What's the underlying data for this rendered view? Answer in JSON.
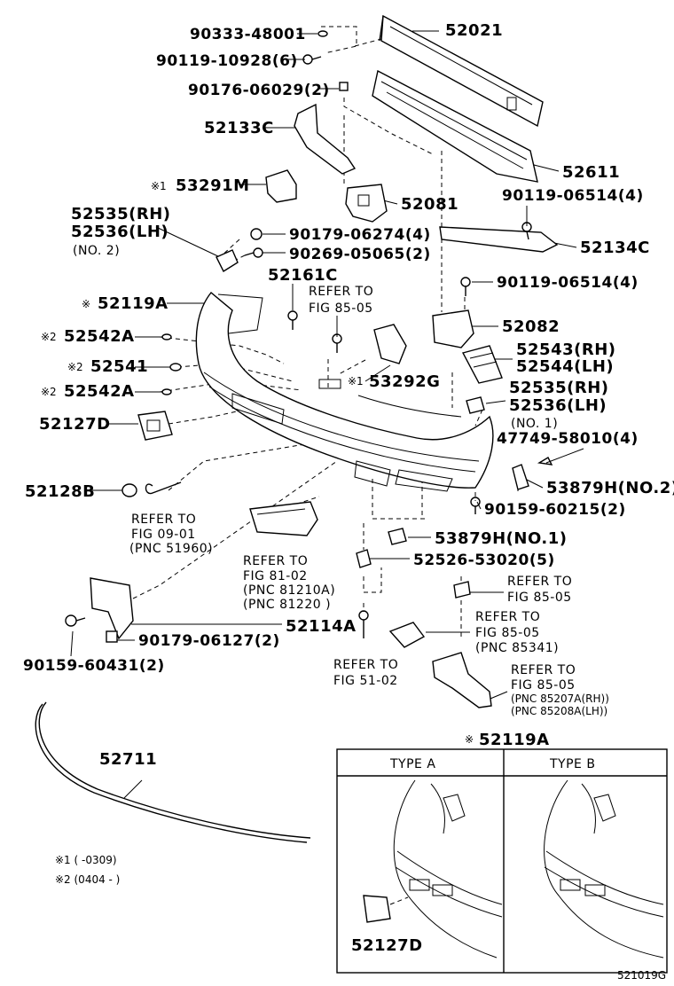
{
  "labels": {
    "p90333": "90333-48001",
    "p90119a": "90119-10928(6)",
    "p90176": "90176-06029(2)",
    "p52021": "52021",
    "p52133C": "52133C",
    "p52611": "52611",
    "p53291M_mark": "※1",
    "p53291M": "53291M",
    "p52081": "52081",
    "p90119b": "90119-06514(4)",
    "p52535a": "52535(RH)",
    "p52536a": "52536(LH)",
    "p52535a_no": "(NO. 2)",
    "p90179a": "90179-06274(4)",
    "p90269": "90269-05065(2)",
    "p52134C": "52134C",
    "p52161C": "52161C",
    "p90119c": "90119-06514(4)",
    "p52119A_mark": "※",
    "p52119A": "52119A",
    "ref8505a_1": "REFER TO",
    "ref8505a_2": "FIG 85-05",
    "p52082": "52082",
    "p52542A_mark1": "※2",
    "p52542A_1": "52542A",
    "p52543": "52543(RH)",
    "p52544": "52544(LH)",
    "p52541_mark": "※2",
    "p52541": "52541",
    "p53292G_mark": "※1",
    "p53292G": "53292G",
    "p52542A_mark2": "※2",
    "p52542A_2": "52542A",
    "p52535b": "52535(RH)",
    "p52536b": "52536(LH)",
    "p52535b_no": "(NO. 1)",
    "p52127D": "52127D",
    "p47749": "47749-58010(4)",
    "p52128B": "52128B",
    "p53879H2": "53879H(NO.2)",
    "ref0901_1": "REFER TO",
    "ref0901_2": "FIG 09-01",
    "ref0901_3": "(PNC 51960)",
    "p90159a": "90159-60215(2)",
    "p53879H1": "53879H(NO.1)",
    "p52526": "52526-53020(5)",
    "ref8102_1": "REFER TO",
    "ref8102_2": "FIG 81-02",
    "ref8102_3": "(PNC 81210A)",
    "ref8102_4": "(PNC 81220  )",
    "ref8505b_1": "REFER TO",
    "ref8505b_2": "FIG 85-05",
    "ref8505c_1": "REFER TO",
    "ref8505c_2": "FIG 85-05",
    "ref8505c_3": "(PNC 85341)",
    "p52114A": "52114A",
    "p90179b": "90179-06127(2)",
    "p90159b": "90159-60431(2)",
    "ref5102_1": "REFER TO",
    "ref5102_2": "FIG 51-02",
    "ref8505d_1": "REFER TO",
    "ref8505d_2": "FIG  85-05",
    "ref8505d_3": "(PNC 85207A(RH))",
    "ref8505d_4": "(PNC 85208A(LH))",
    "inset_title_mark": "※",
    "inset_title": "52119A",
    "p52711": "52711",
    "note1": "※1 (      -0309)",
    "note2": "※2 (0404 -      )",
    "type_a": "TYPE  A",
    "type_b": "TYPE  B",
    "inset_52127D": "52127D",
    "fig_code": "521019G"
  }
}
